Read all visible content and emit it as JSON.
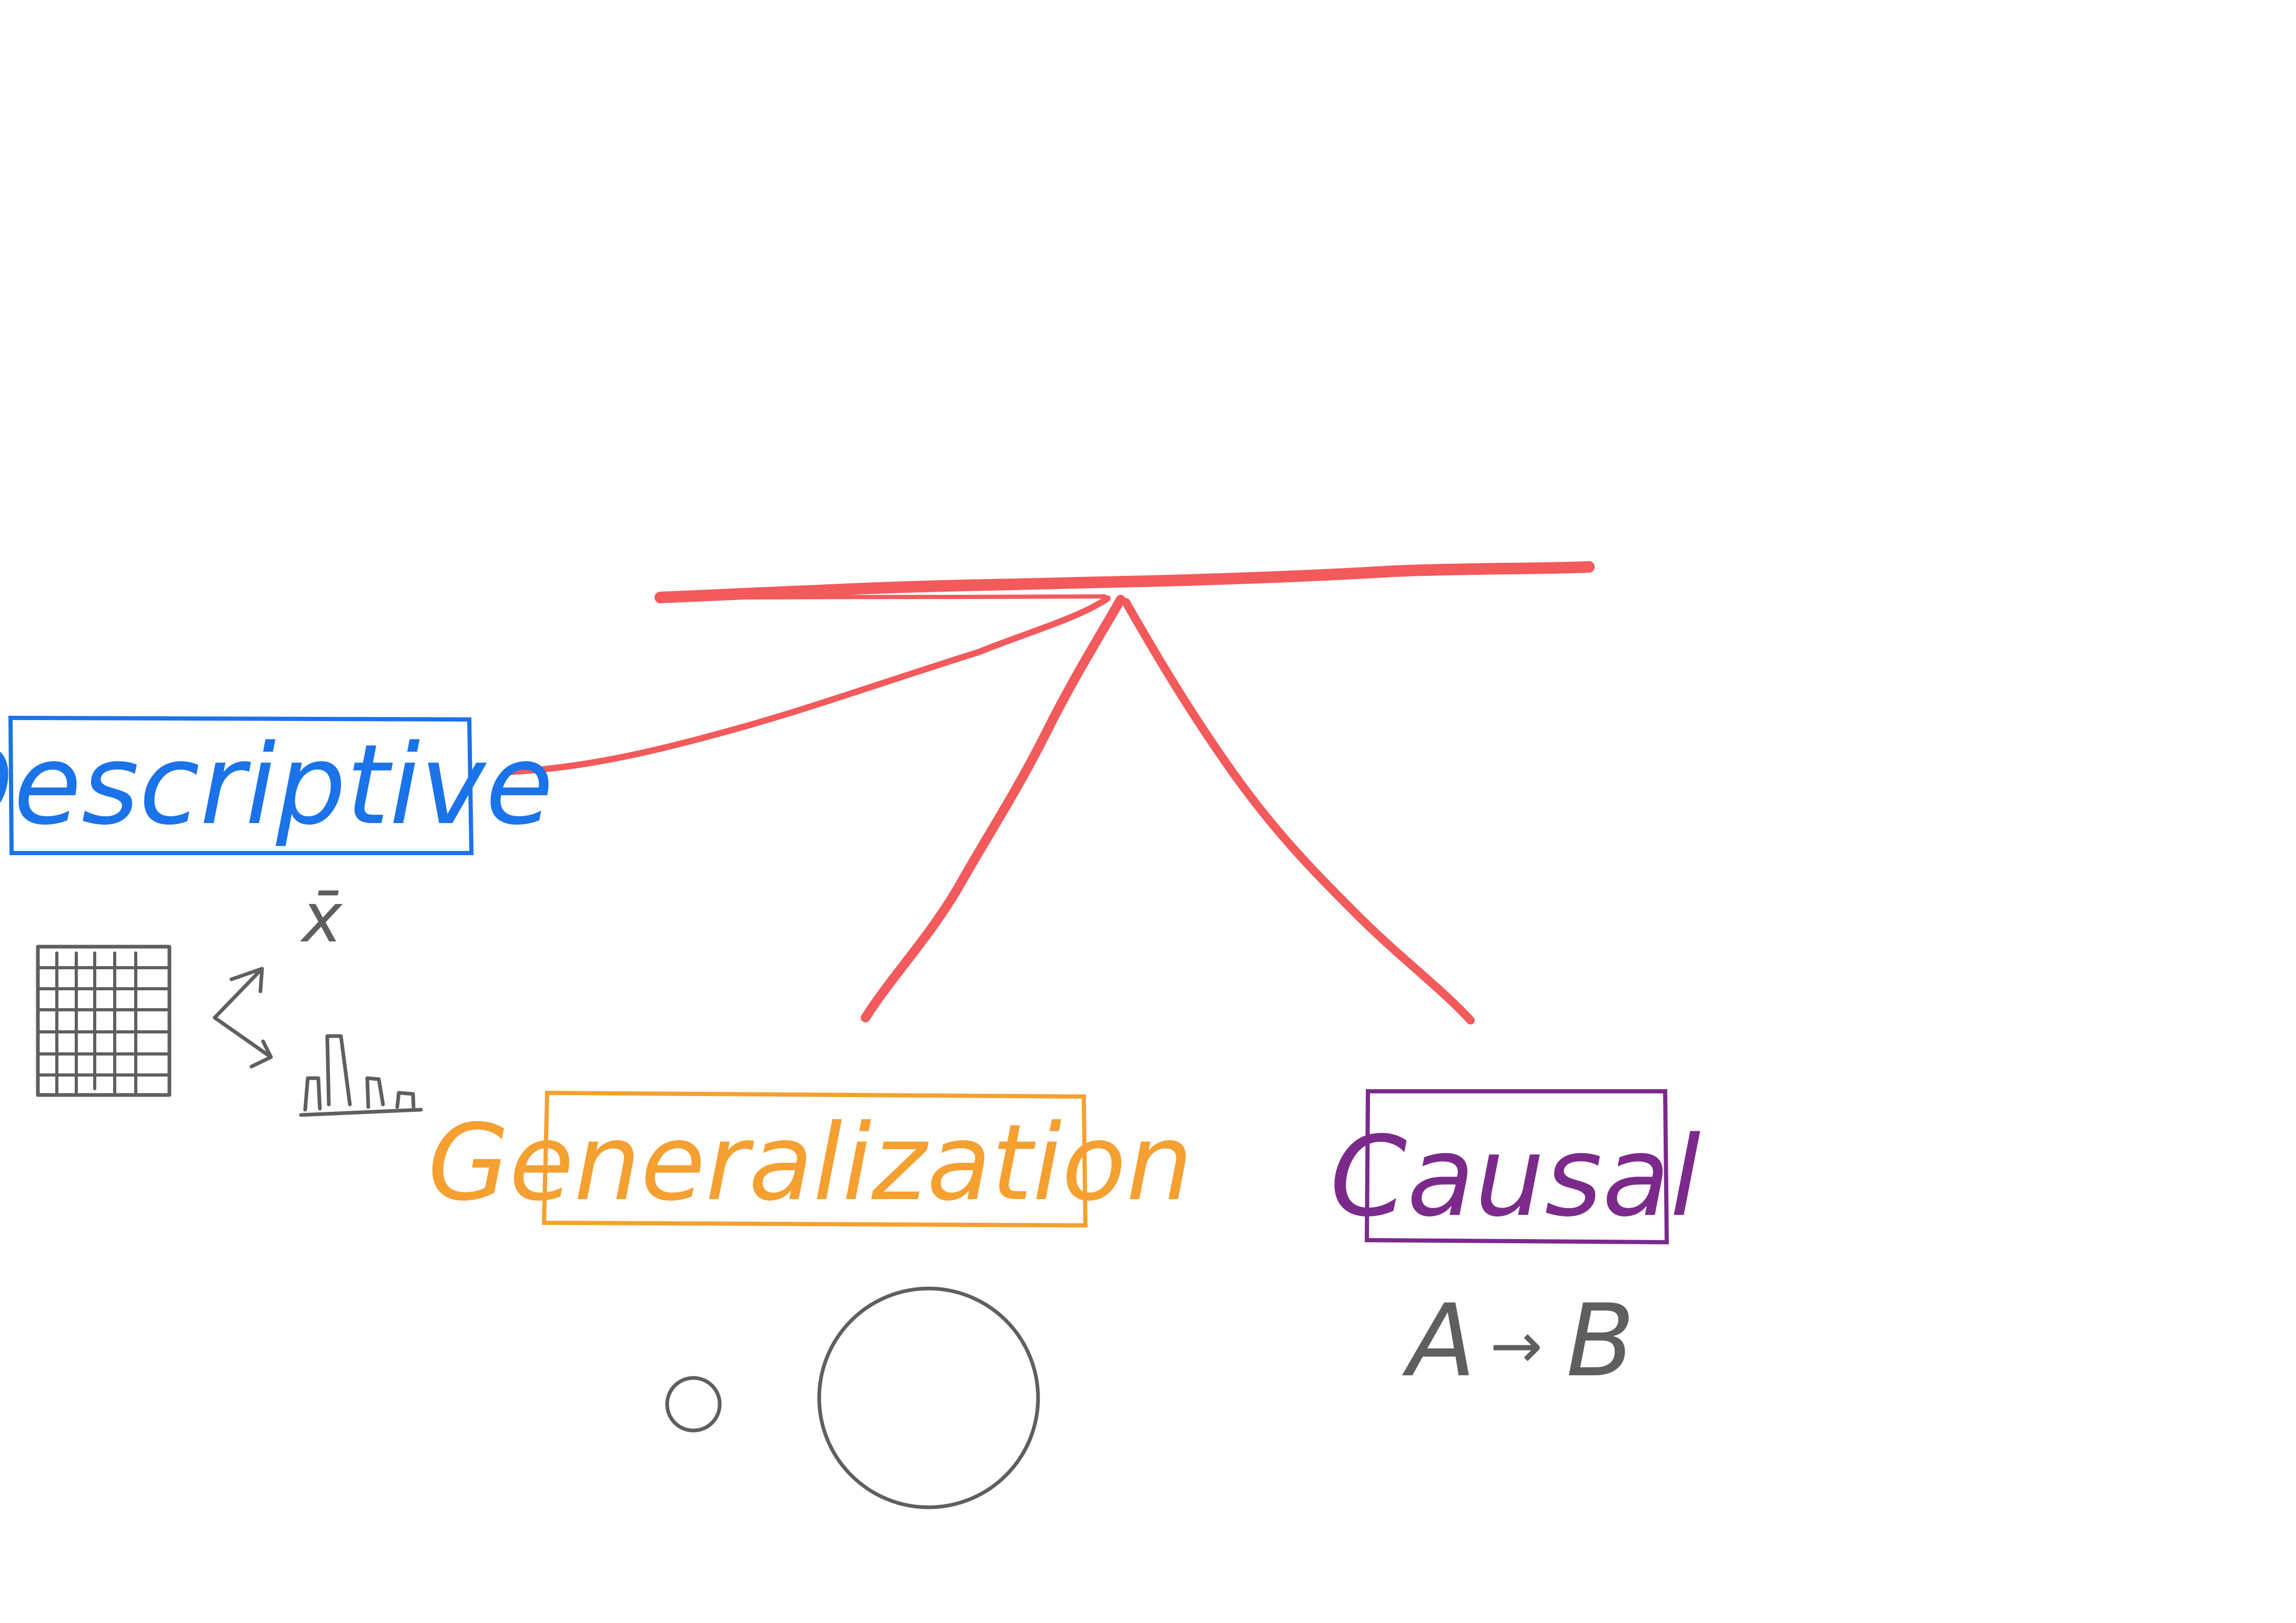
{
  "diagram": {
    "background": "#ffffff",
    "connector_color": "#f25a5c",
    "sketch_color": "#5f5f5f",
    "categories": [
      {
        "label": "Descriptive",
        "color": "#1a73e8"
      },
      {
        "label": "Generalization",
        "color": "#f5a030"
      },
      {
        "label": "Causal",
        "color": "#7b2a8c"
      }
    ],
    "descriptive_sketch": {
      "mean_symbol": "x̄",
      "icons": [
        "table-grid-icon",
        "diverge-arrows-icon",
        "histogram-icon"
      ]
    },
    "generalization_sketch": {
      "icons": [
        "small-circle-icon",
        "large-circle-icon"
      ]
    },
    "causal_sketch": {
      "cause": "A",
      "arrow": "→",
      "effect": "B"
    }
  }
}
